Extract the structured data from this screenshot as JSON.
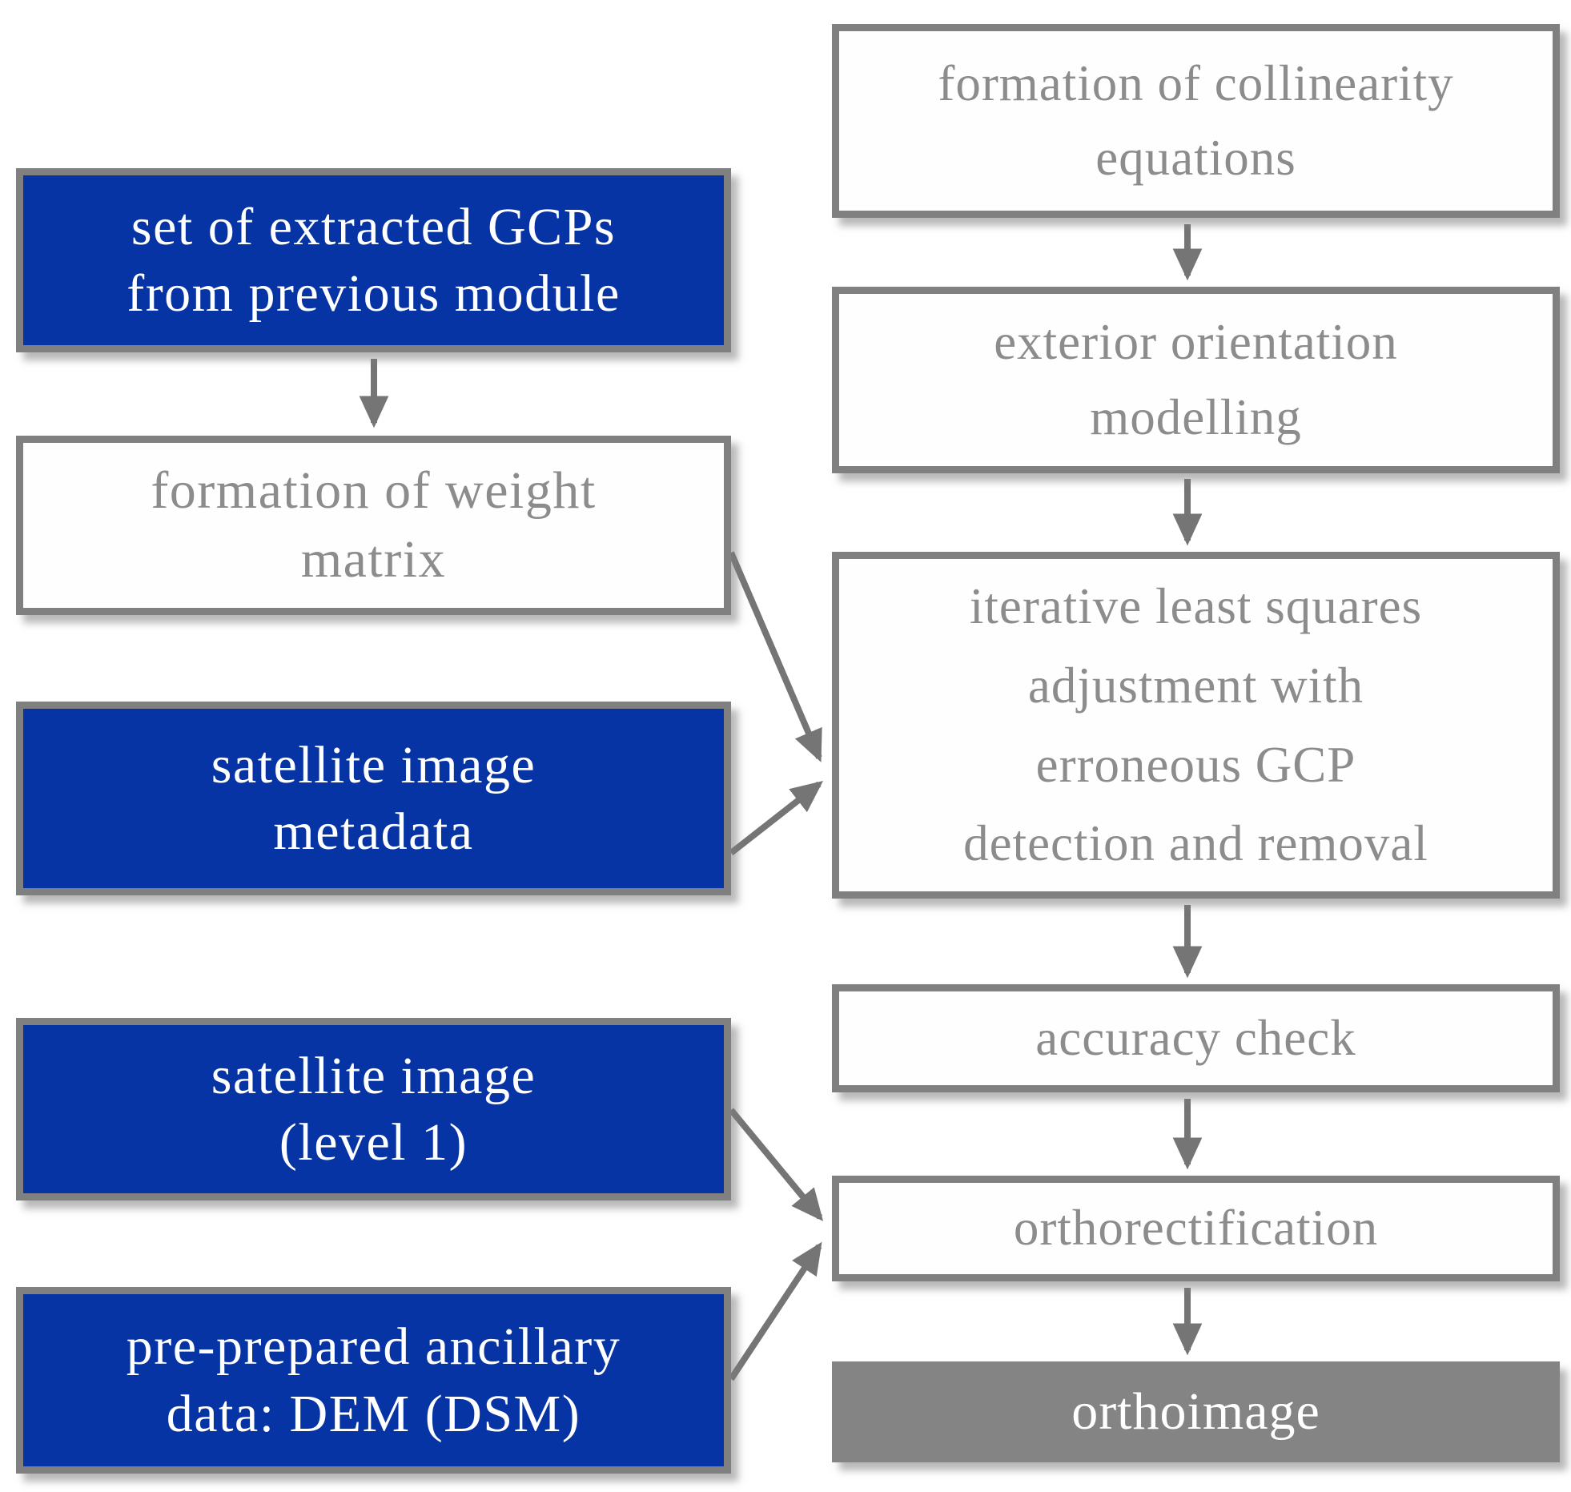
{
  "nodes": {
    "gcp_set": {
      "label": "set of extracted GCPs\nfrom previous module",
      "kind": "input"
    },
    "weight_matrix": {
      "label": "formation of weight\nmatrix",
      "kind": "process"
    },
    "satellite_metadata": {
      "label": "satellite image\nmetadata",
      "kind": "input"
    },
    "satellite_level1": {
      "label": "satellite image\n(level 1)",
      "kind": "input"
    },
    "ancillary_data": {
      "label": "pre-prepared ancillary\ndata: DEM (DSM)",
      "kind": "input"
    },
    "collinearity": {
      "label": "formation of collinearity\nequations",
      "kind": "process"
    },
    "exterior_orientation": {
      "label": "exterior orientation\nmodelling",
      "kind": "process"
    },
    "iterative_adjustment": {
      "label": "iterative least squares\nadjustment with\nerroneous GCP\ndetection and removal",
      "kind": "process"
    },
    "accuracy_check": {
      "label": "accuracy check",
      "kind": "process"
    },
    "orthorectification": {
      "label": "orthorectification",
      "kind": "process"
    },
    "orthoimage": {
      "label": "orthoimage",
      "kind": "output"
    }
  },
  "edges": [
    {
      "from": "gcp_set",
      "to": "weight_matrix"
    },
    {
      "from": "weight_matrix",
      "to": "iterative_adjustment"
    },
    {
      "from": "satellite_metadata",
      "to": "iterative_adjustment"
    },
    {
      "from": "collinearity",
      "to": "exterior_orientation"
    },
    {
      "from": "exterior_orientation",
      "to": "iterative_adjustment"
    },
    {
      "from": "iterative_adjustment",
      "to": "accuracy_check"
    },
    {
      "from": "accuracy_check",
      "to": "orthorectification"
    },
    {
      "from": "satellite_level1",
      "to": "orthorectification"
    },
    {
      "from": "ancillary_data",
      "to": "orthorectification"
    },
    {
      "from": "orthorectification",
      "to": "orthoimage"
    }
  ],
  "colors": {
    "input_fill": "#0734a4",
    "input_text": "#ffffff",
    "process_fill": "#fefefe",
    "process_text": "#8c8c8c",
    "output_fill": "#848484",
    "output_text": "#ffffff",
    "border": "#808080",
    "arrow": "#757575",
    "background": "#ffffff"
  }
}
